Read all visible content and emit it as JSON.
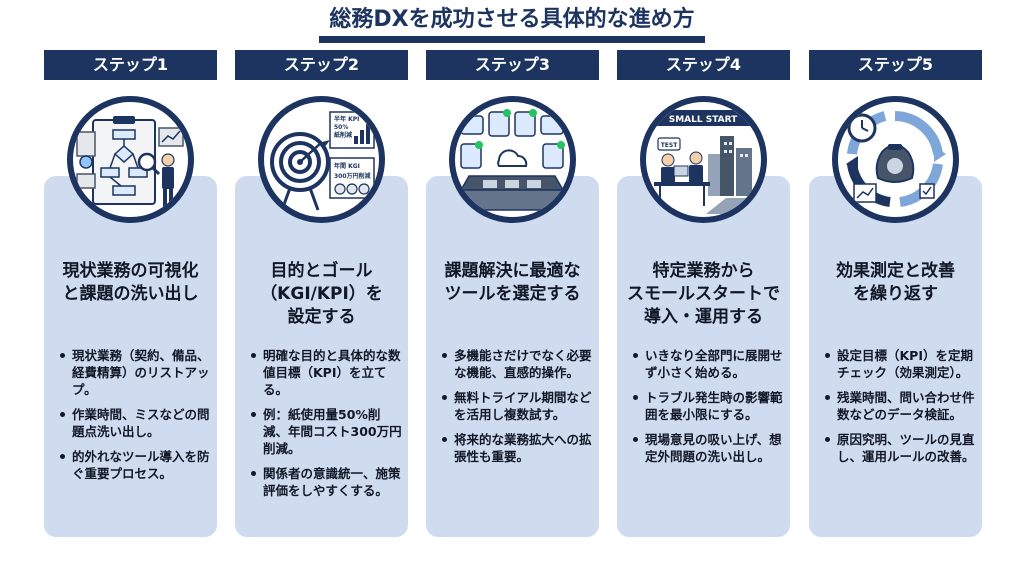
{
  "title": "総務DXを成功させる具体的な進め方",
  "colors": {
    "navy": "#1d3461",
    "card": "#cfdcef"
  },
  "steps": [
    {
      "label": "ステップ1",
      "icon": "process-flowchart-icon",
      "heading": [
        "現状業務の可視化",
        "と課題の洗い出し"
      ],
      "bullets": [
        "現状業務（契約、備品、経費精算）のリストアップ。",
        "作業時間、ミスなどの問題点洗い出し。",
        "的外れなツール導入を防ぐ重要プロセス。"
      ]
    },
    {
      "label": "ステップ2",
      "icon": "target-goal-icon",
      "icon_text": [
        "半年 KPI",
        "50%",
        "紙削減",
        "年間 KGI",
        "300万円削減"
      ],
      "heading": [
        "目的とゴール",
        "（KGI/KPI）を",
        "設定する"
      ],
      "bullets": [
        "明確な目的と具体的な数値目標（KPI）を立てる。",
        "例：紙使用量50%削減、年間コスト300万円削減。",
        "関係者の意識統一、施策評価をしやすくする。"
      ]
    },
    {
      "label": "ステップ3",
      "icon": "tool-selection-icon",
      "heading": [
        "課題解決に最適な",
        "ツールを選定する"
      ],
      "bullets": [
        "多機能さだけでなく必要な機能、直感的操作。",
        "無料トライアル期間などを活用し複数試す。",
        "将来的な業務拡大への拡張性も重要。"
      ]
    },
    {
      "label": "ステップ4",
      "icon": "small-start-icon",
      "icon_text": [
        "SMALL START",
        "TEST"
      ],
      "heading": [
        "特定業務から",
        "スモールスタートで",
        "導入・運用する"
      ],
      "bullets": [
        "いきなり全部門に展開せず小さく始める。",
        "トラブル発生時の影響範囲を最小限にする。",
        "現場意見の吸い上げ、想定外問題の洗い出し。"
      ]
    },
    {
      "label": "ステップ5",
      "icon": "improvement-cycle-icon",
      "heading": [
        "効果測定と改善",
        "を繰り返す"
      ],
      "bullets": [
        "設定目標（KPI）を定期チェック（効果測定）。",
        "残業時間、問い合わせ件数などのデータ検証。",
        "原因究明、ツールの見直し、運用ルールの改善。"
      ]
    }
  ]
}
